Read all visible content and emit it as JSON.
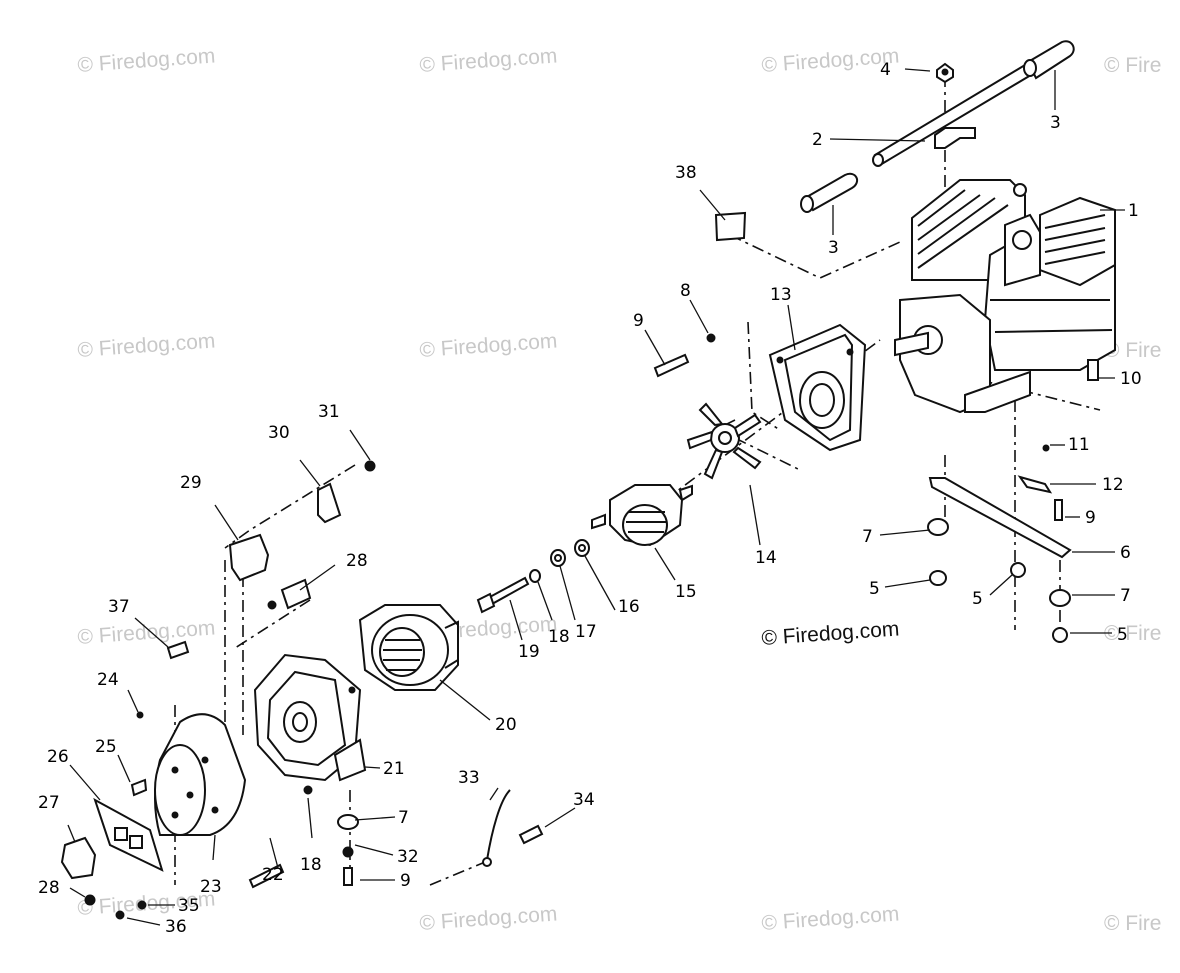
{
  "watermark": "© Firedog.com",
  "watermark_clipped": "© Fire",
  "copyright": "© Firedog.com",
  "callouts": {
    "c1": "1",
    "c2": "2",
    "c3a": "3",
    "c3b": "3",
    "c4": "4",
    "c5a": "5",
    "c5b": "5",
    "c5c": "5",
    "c6": "6",
    "c7a": "7",
    "c7b": "7",
    "c7c": "7",
    "c8": "8",
    "c9a": "9",
    "c9b": "9",
    "c9c": "9",
    "c10": "10",
    "c11": "11",
    "c12": "12",
    "c13": "13",
    "c14": "14",
    "c15": "15",
    "c16": "16",
    "c17": "17",
    "c18a": "18",
    "c18b": "18",
    "c19": "19",
    "c20": "20",
    "c21": "21",
    "c22": "22",
    "c23": "23",
    "c24": "24",
    "c25": "25",
    "c26": "26",
    "c27": "27",
    "c28a": "28",
    "c28b": "28",
    "c29": "29",
    "c30": "30",
    "c31": "31",
    "c32": "32",
    "c33": "33",
    "c34": "34",
    "c35": "35",
    "c36": "36",
    "c37": "37",
    "c38": "38"
  }
}
